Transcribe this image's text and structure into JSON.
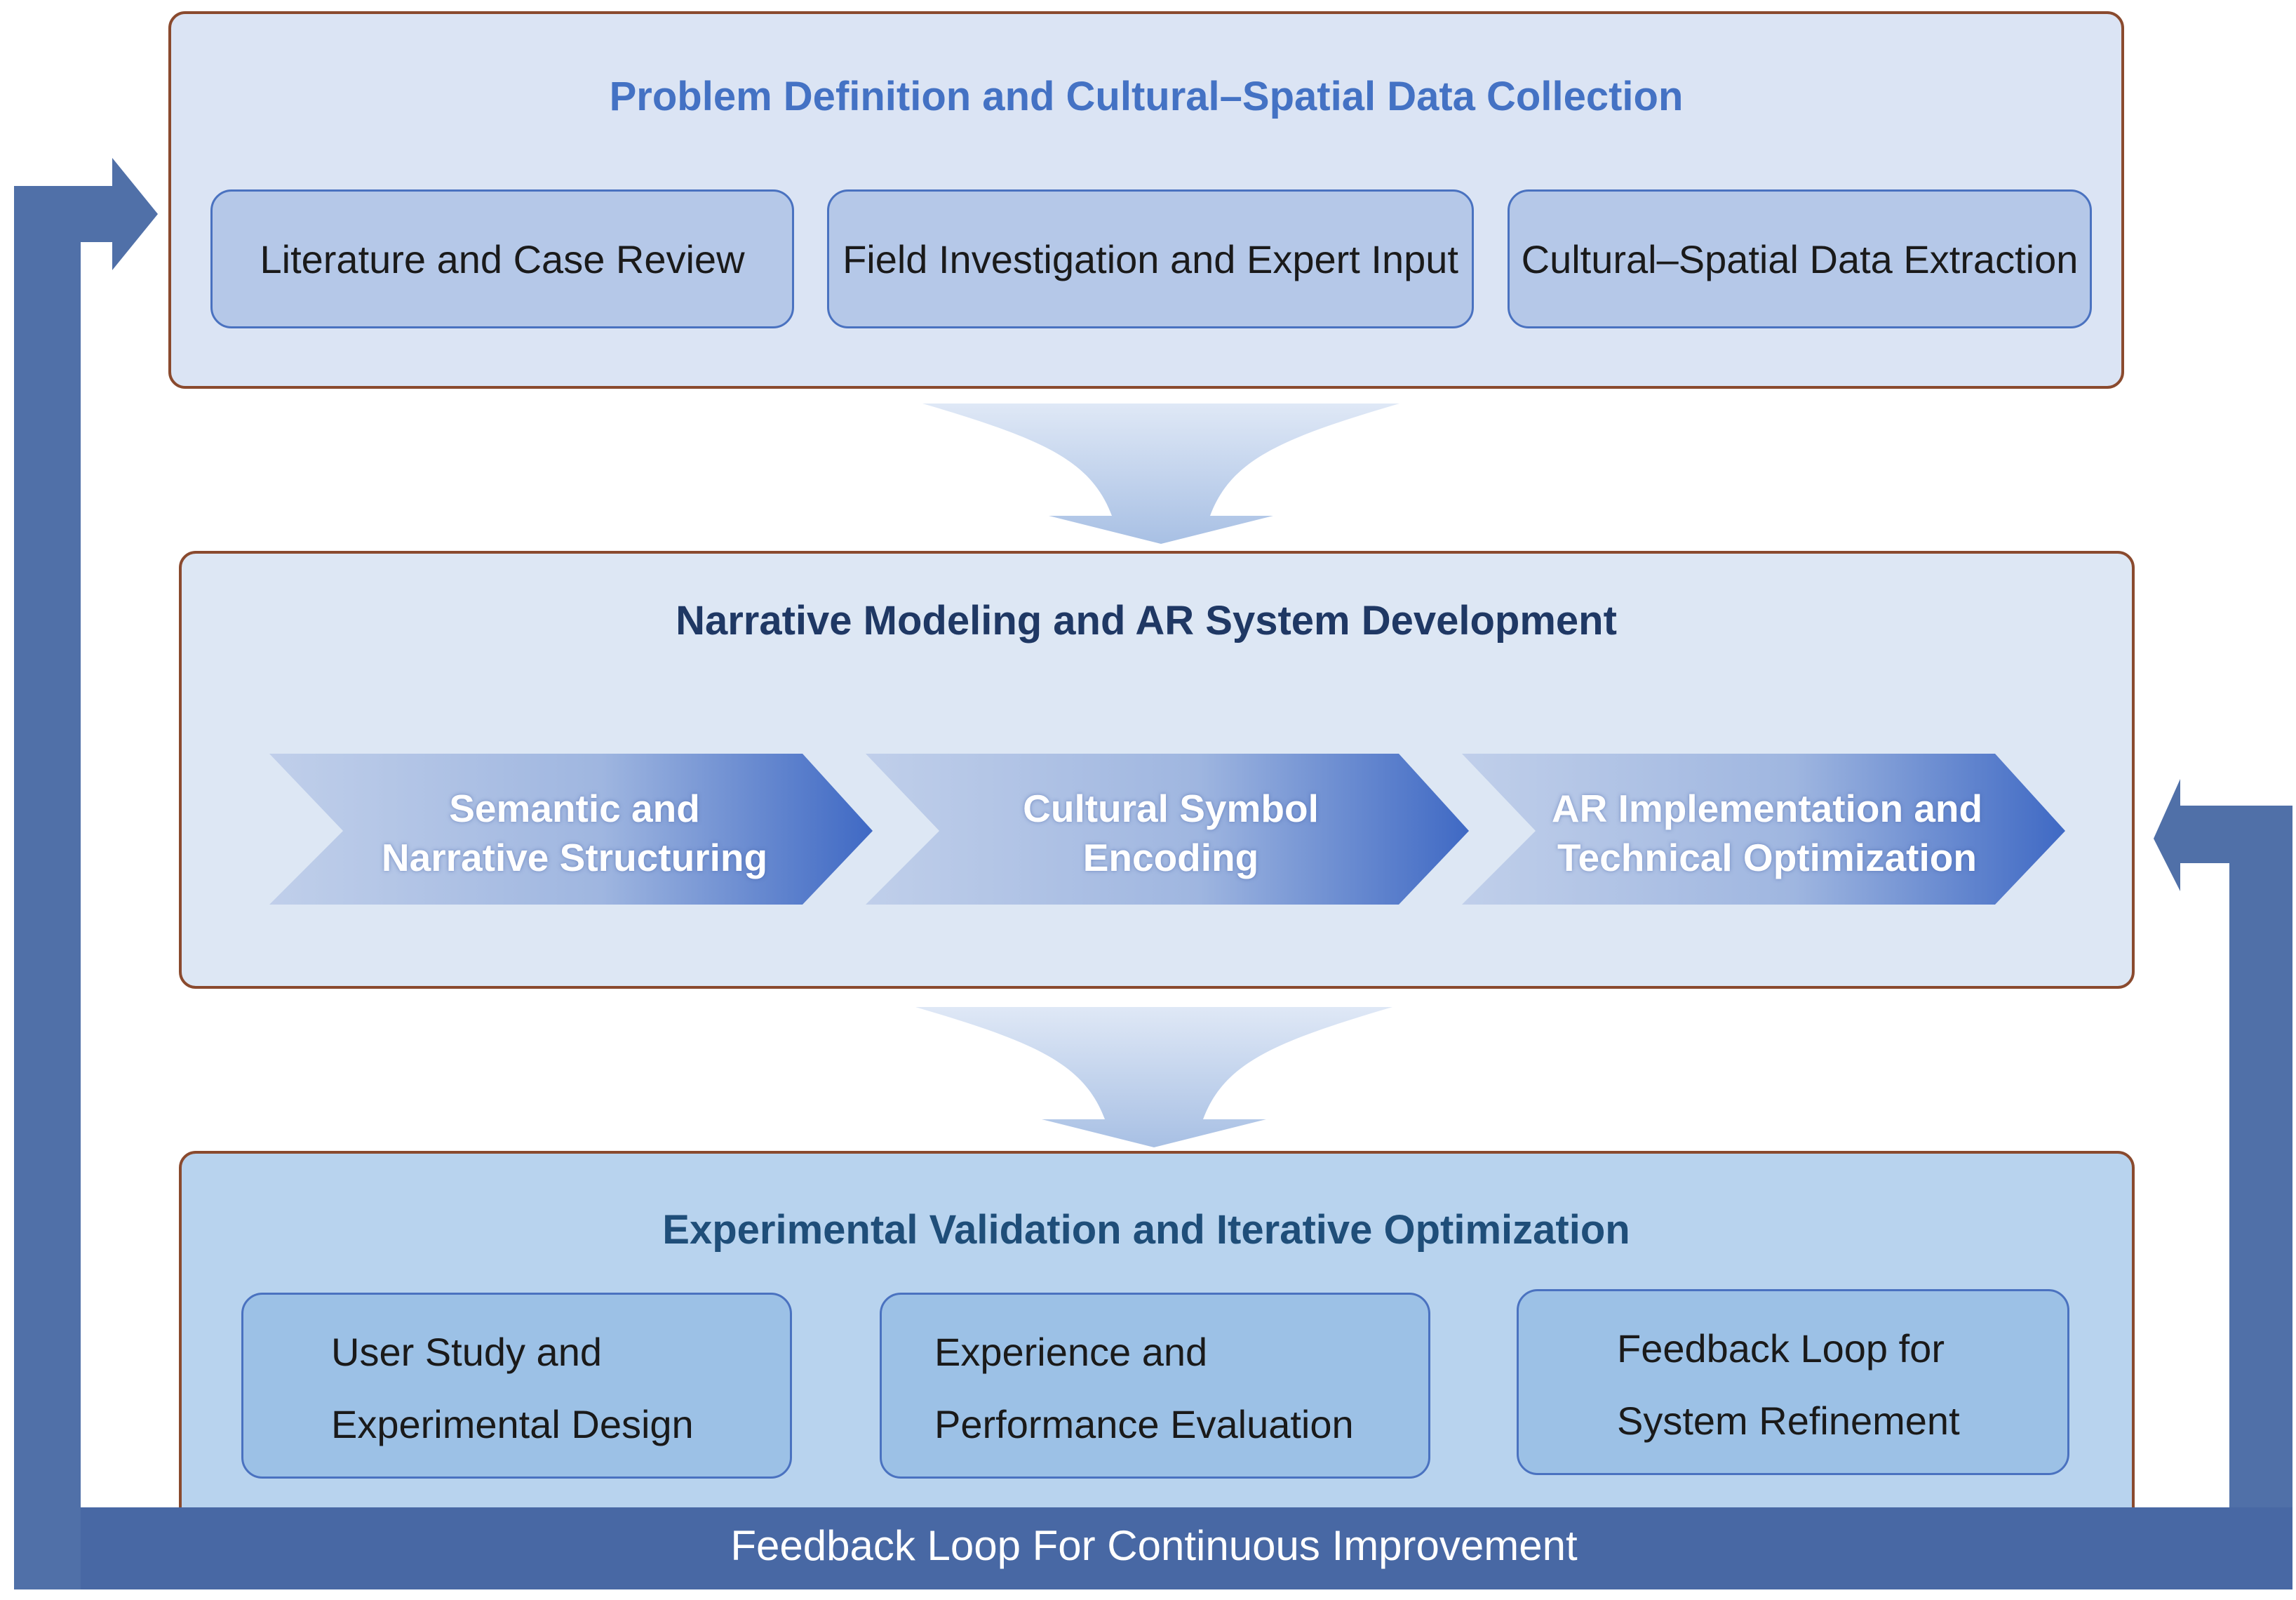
{
  "phases": [
    {
      "title": "Problem Definition and Cultural–Spatial Data Collection",
      "items": [
        "Literature and Case Review",
        "Field Investigation and Expert Input",
        "Cultural–Spatial Data Extraction"
      ]
    },
    {
      "title": "Narrative Modeling and AR System Development",
      "items": [
        {
          "line1": "Semantic and",
          "line2": "Narrative Structuring"
        },
        {
          "line1": "Cultural Symbol",
          "line2": "Encoding"
        },
        {
          "line1": "AR Implementation and",
          "line2": "Technical Optimization"
        }
      ]
    },
    {
      "title": "Experimental Validation and Iterative Optimization",
      "items": [
        {
          "line1": "User Study and",
          "line2": "Experimental Design"
        },
        {
          "line1": "Experience and",
          "line2": "Performance Evaluation"
        },
        {
          "line1": "Feedback Loop for",
          "line2": "System Refinement"
        }
      ]
    }
  ],
  "feedback_loop": {
    "label": "Feedback Loop For Continuous Improvement"
  },
  "colors": {
    "phase_border": "#8a4a2e",
    "loop_arrow": "#4f6fa8",
    "chevron_start": "#b8c8e8",
    "chevron_end": "#4a72c8",
    "funnel": "#adc4e6"
  }
}
